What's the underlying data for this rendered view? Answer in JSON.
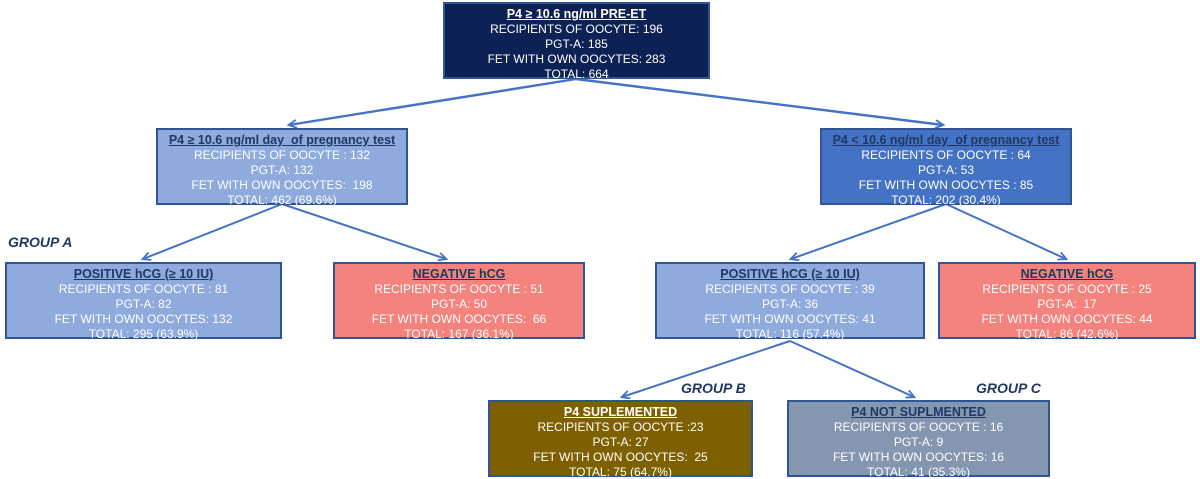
{
  "colors": {
    "dark_navy": "#0E2154",
    "light_blue": "#8FAADC",
    "medium_blue": "#4472C4",
    "salmon": "#F4827D",
    "olive": "#7F6000",
    "gray_blue": "#8496B0",
    "arrow": "#4472C4",
    "title_navy": "#1F3864",
    "border_blue": "#2F5597"
  },
  "group_labels": {
    "a": "GROUP A",
    "b": "GROUP B",
    "c": "GROUP C"
  },
  "boxes": {
    "pre_et": {
      "title": "P4 ≥ 10.6 ng/ml PRE-ET",
      "lines": [
        "RECIPIENTS OF OOCYTE: 196",
        "PGT-A: 185",
        "FET WITH OWN OOCYTES: 283",
        "TOTAL: 664"
      ]
    },
    "p4_high_test": {
      "title": "P4 ≥ 10.6 ng/ml day  of pregnancy test",
      "lines": [
        "RECIPIENTS OF OOCYTE : 132",
        "PGT-A: 132",
        "FET WITH OWN OOCYTES:  198",
        "TOTAL: 462 (69.6%)"
      ]
    },
    "p4_low_test": {
      "title": "P4 < 10.6 ng/ml day  of pregnancy test",
      "lines": [
        "RECIPIENTS OF OOCYTE : 64",
        "PGT-A: 53",
        "FET WITH OWN OOCYTES : 85",
        "TOTAL: 202 (30.4%)"
      ]
    },
    "positive_left": {
      "title": "POSITIVE hCG (≥ 10 IU)",
      "lines": [
        "RECIPIENTS OF OOCYTE : 81",
        "PGT-A: 82",
        "FET WITH OWN OOCYTES: 132",
        "TOTAL: 295 (63.9%)"
      ]
    },
    "negative_left": {
      "title": "NEGATIVE hCG",
      "lines": [
        "RECIPIENTS OF OOCYTE : 51",
        "PGT-A: 50",
        "FET WITH OWN OOCYTES:  66",
        "TOTAL: 167 (36.1%)"
      ]
    },
    "positive_right": {
      "title": "POSITIVE hCG (≥ 10 IU)",
      "lines": [
        "RECIPIENTS OF OOCYTE : 39",
        "PGT-A: 36",
        "FET WITH OWN OOCYTES: 41",
        "TOTAL: 116 (57.4%)"
      ]
    },
    "negative_right": {
      "title": "NEGATIVE hCG",
      "lines": [
        "RECIPIENTS OF OOCYTE : 25",
        "PGT-A:  17",
        "FET WITH OWN OOCYTES: 44",
        "TOTAL: 86 (42.6%)"
      ]
    },
    "p4_suplemented": {
      "title": "P4 SUPLEMENTED",
      "lines": [
        "RECIPIENTS OF OOCYTE :23",
        "PGT-A: 27",
        "FET WITH OWN OOCYTES:  25",
        "TOTAL: 75 (64.7%)"
      ]
    },
    "p4_not_suplmented": {
      "title": "P4 NOT SUPLMENTED",
      "lines": [
        "RECIPIENTS OF OOCYTE : 16",
        "PGT-A: 9",
        "FET WITH OWN OOCYTES: 16",
        "TOTAL: 41 (35.3%)"
      ]
    }
  }
}
